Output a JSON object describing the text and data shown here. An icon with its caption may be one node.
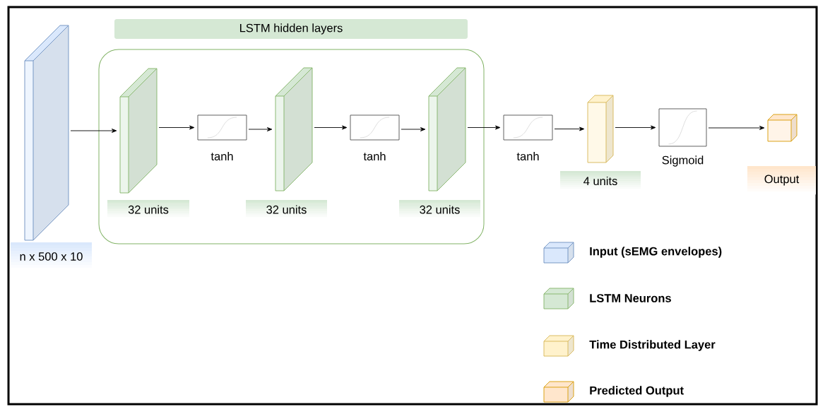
{
  "diagram": {
    "nodes": [
      {
        "text": [
          "LSTM hidden layers"
        ]
      },
      {
        "text": [],
        "shape": "slab",
        "beside": [
          "n x 500 x 10"
        ]
      },
      {
        "text": [],
        "shape": "slab",
        "in": 0,
        "beside": [
          "32 units"
        ]
      },
      {
        "text": [],
        "shape": "box",
        "in": 0,
        "beside": [
          "tanh"
        ]
      },
      {
        "text": [],
        "shape": "slab",
        "in": 0,
        "beside": [
          "32 units"
        ]
      },
      {
        "text": [],
        "shape": "box",
        "in": 0,
        "beside": [
          "tanh"
        ]
      },
      {
        "text": [],
        "shape": "slab",
        "in": 0,
        "beside": [
          "32 units"
        ]
      },
      {
        "text": [],
        "shape": "box",
        "beside": [
          "tanh"
        ]
      },
      {
        "text": [],
        "shape": "slab",
        "beside": [
          "4 units"
        ]
      },
      {
        "text": [],
        "shape": "box",
        "beside": [
          "Sigmoid"
        ]
      },
      {
        "text": [],
        "shape": "cube",
        "beside": [
          "Output"
        ]
      }
    ],
    "edges": [
      {
        "from": 1,
        "to": 2,
        "arrow": "to"
      },
      {
        "from": 2,
        "to": 3,
        "arrow": "to"
      },
      {
        "from": 3,
        "to": 4,
        "arrow": "to"
      },
      {
        "from": 4,
        "to": 5,
        "arrow": "to"
      },
      {
        "from": 5,
        "to": 6,
        "arrow": "to"
      },
      {
        "from": 6,
        "to": 7,
        "arrow": "to"
      },
      {
        "from": 7,
        "to": 8,
        "arrow": "to"
      },
      {
        "from": 8,
        "to": 9,
        "arrow": "to"
      },
      {
        "from": 9,
        "to": 10,
        "arrow": "to"
      }
    ],
    "legend": [
      {
        "text": "Input (sEMG envelopes)",
        "color": "#dae8fc"
      },
      {
        "text": "LSTM Neurons",
        "color": "#d5e8d4"
      },
      {
        "text": "Time Distributed Layer",
        "color": "#fff2cc"
      },
      {
        "text": "Predicted Output",
        "color": "#ffe6cc"
      }
    ]
  }
}
